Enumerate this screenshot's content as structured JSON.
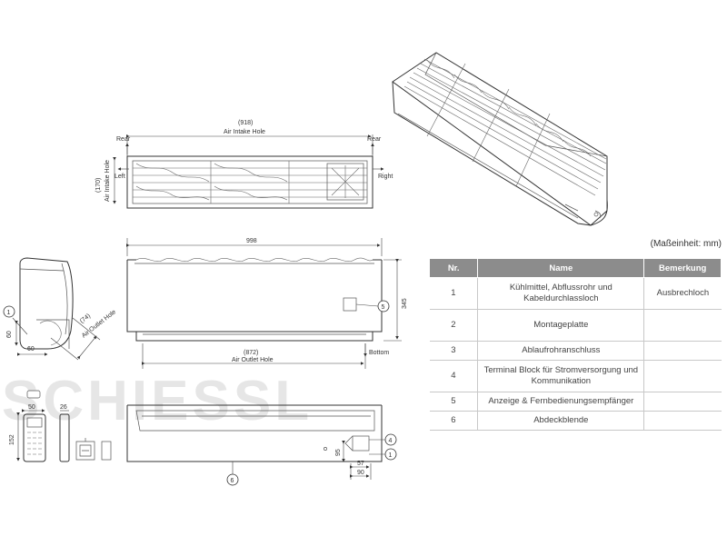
{
  "watermark": "SCHIESSL",
  "unit_note": "(Maßeinheit: mm)",
  "table": {
    "headers": [
      "Nr.",
      "Name",
      "Bemerkung"
    ],
    "rows": [
      {
        "nr": "1",
        "name": "Kühlmittel, Abflussrohr und Kabeldurchlassloch",
        "remark": "Ausbrechloch"
      },
      {
        "nr": "2",
        "name": "Montageplatte",
        "remark": ""
      },
      {
        "nr": "3",
        "name": "Ablaufrohranschluss",
        "remark": ""
      },
      {
        "nr": "4",
        "name": "Terminal Block für Stromversorgung und Kommunikation",
        "remark": ""
      },
      {
        "nr": "5",
        "name": "Anzeige & Fernbedienungsempfänger",
        "remark": ""
      },
      {
        "nr": "6",
        "name": "Abdeckblende",
        "remark": ""
      }
    ]
  },
  "top_view": {
    "width_dim": "(918)",
    "width_label": "Air Intake Hole",
    "depth_dim": "(170)",
    "depth_label": "Air Intake Hole",
    "rear_left": "Rear",
    "rear_right": "Rear",
    "left": "Left",
    "right": "Right"
  },
  "front_view": {
    "width_dim": "998",
    "height_dim": "345",
    "outlet_dim": "(872)",
    "outlet_label": "Air Outlet Hole",
    "bottom": "Bottom",
    "callout": "5"
  },
  "side_view": {
    "callout": "1",
    "dim_height": "60",
    "dim_width": "60",
    "outlet_dim": "(74)",
    "outlet_label": "Air Outlet Hole"
  },
  "remote": {
    "width": "50",
    "height": "152",
    "depth": "26"
  },
  "bottom_view": {
    "callout_4": "4",
    "callout_1": "1",
    "callout_6": "6",
    "dim_a": "95",
    "dim_b": "57",
    "dim_c": "90"
  }
}
